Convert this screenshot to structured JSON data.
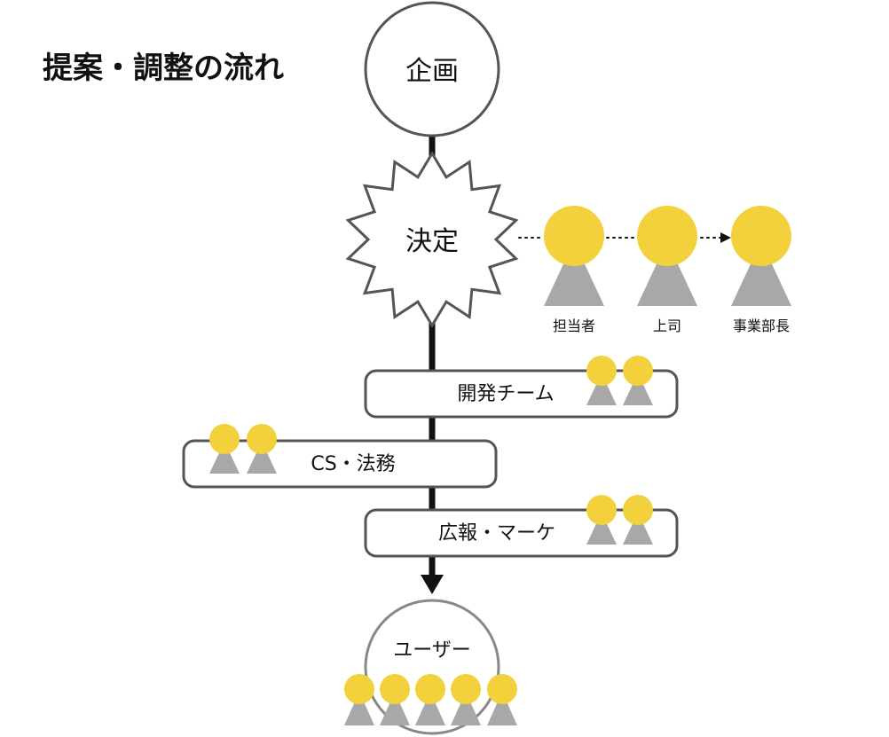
{
  "title": "提案・調整の流れ",
  "nodes": {
    "start": "企画",
    "decision": "決定",
    "end": "ユーザー"
  },
  "approval_chain": [
    {
      "label": "担当者"
    },
    {
      "label": "上司"
    },
    {
      "label": "事業部長"
    }
  ],
  "stages": [
    {
      "label": "開発チーム",
      "people": 2
    },
    {
      "label": "CS・法務",
      "people": 2
    },
    {
      "label": "広報・マーケ",
      "people": 2
    }
  ],
  "users": {
    "people": 5
  },
  "colors": {
    "person_head": "#F2D13C",
    "person_body": "#A8A8A7",
    "outline": "#555555",
    "line": "#111111"
  }
}
